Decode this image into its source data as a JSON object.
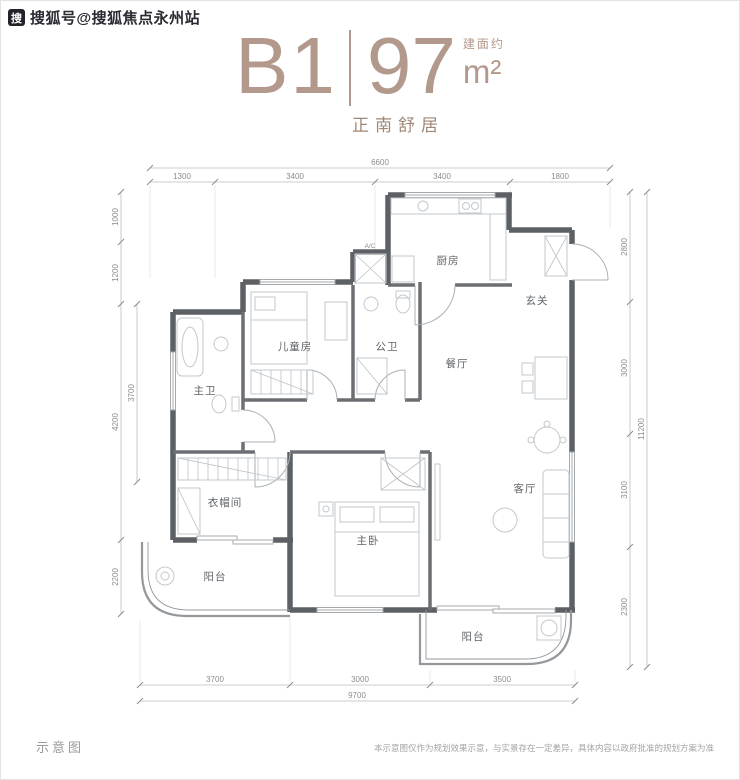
{
  "watermark": {
    "icon_label": "搜",
    "text": "搜狐号@搜狐焦点永州站"
  },
  "title": {
    "model": "B1",
    "area_prefix": "建面约",
    "area_value": "97",
    "area_unit": "m²",
    "tagline": "正南舒居"
  },
  "plan": {
    "rooms": {
      "kitchen": "厨房",
      "foyer": "玄关",
      "dining": "餐厅",
      "kids": "儿童房",
      "guest_bath": "公卫",
      "master_bath": "主卫",
      "closet": "衣帽间",
      "master": "主卧",
      "living": "客厅",
      "balcony_left": "阳台",
      "balcony_right": "阳台",
      "ac": "A/C"
    },
    "dims": {
      "top_total": "6600",
      "top": [
        "1300",
        "3400",
        "3400",
        "1800"
      ],
      "left": [
        "1000",
        "1200",
        "4200",
        "2200"
      ],
      "left_inner": "3700",
      "right": [
        "2800",
        "3000",
        "3100",
        "2300"
      ],
      "right_total": "11200",
      "bottom": [
        "3700",
        "3000",
        "3500"
      ],
      "bottom_total": "9700"
    }
  },
  "footer": {
    "label": "示意图",
    "disclaimer": "本示意图仅作为规划效果示意，与实景存在一定差异，具体内容以政府批准的规划方案为准"
  },
  "colors": {
    "accent": "#b3998b",
    "wall": "#5d6165",
    "dim_text": "#8a8d90"
  }
}
